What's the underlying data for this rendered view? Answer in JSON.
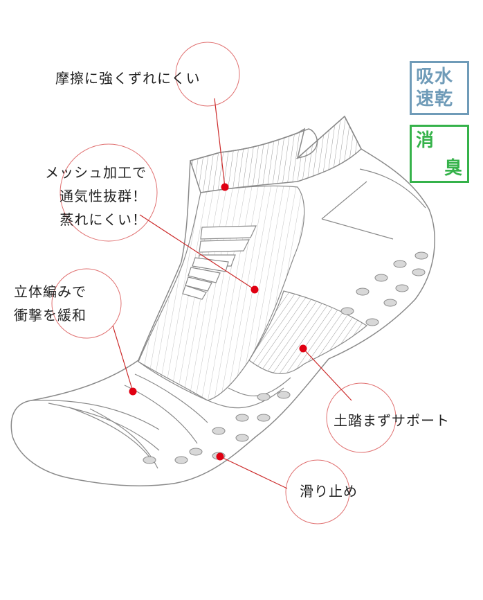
{
  "labels": {
    "anti_slip_shift": "摩擦に強くずれにくい",
    "mesh": "メッシュ加工で\n通気性抜群！\n蒸れにくい！",
    "cushion": "立体編みで\n衝撃を緩和",
    "arch_support": "土踏まずサポート",
    "grip": "滑り止め"
  },
  "badges": {
    "absorb": {
      "line1": "吸水",
      "line2": "速乾",
      "color": "#6f9bb8"
    },
    "deodorant": {
      "line1": "消",
      "line2": "臭",
      "color": "#35b24a"
    }
  },
  "colors": {
    "callout_circle": "#e07070",
    "leader_line": "#cc2a2a",
    "dot": "#e00012",
    "outline": "#8a8a8a"
  }
}
